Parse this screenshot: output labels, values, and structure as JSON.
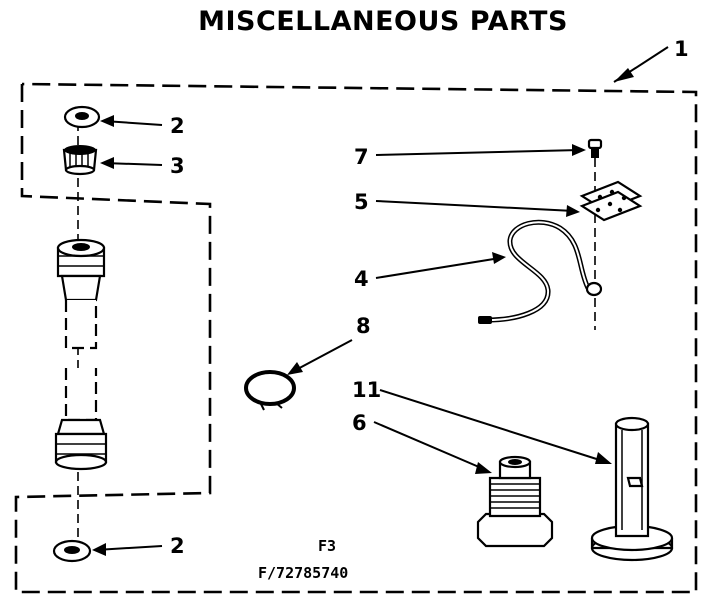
{
  "title": "MISCELLANEOUS PARTS",
  "callouts": {
    "p1": "1",
    "p2_top": "2",
    "p3": "3",
    "p7": "7",
    "p5": "5",
    "p4": "4",
    "p8": "8",
    "p11": "11",
    "p6": "6",
    "p2_bottom": "2"
  },
  "figure_code": "F3",
  "part_number": "F/72785740"
}
